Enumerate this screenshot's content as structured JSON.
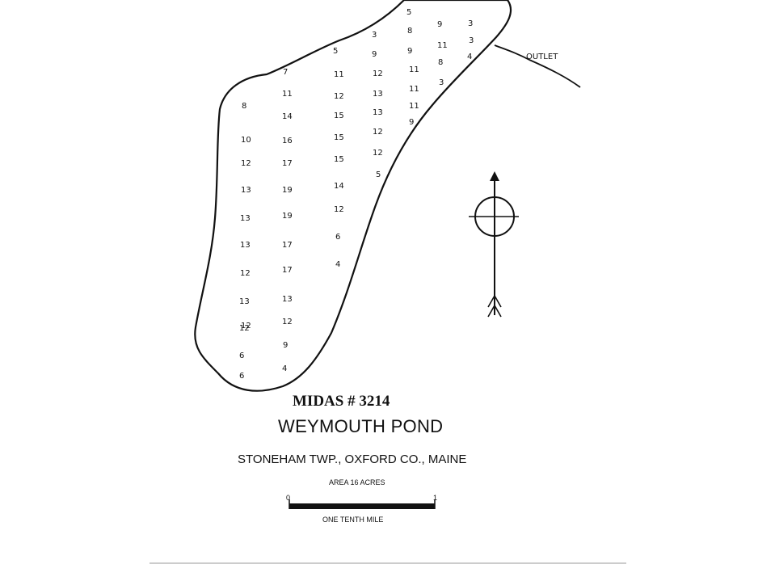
{
  "map": {
    "outlet_label": "OUTLET",
    "depth_soundings": [
      "5",
      "9",
      "3",
      "8",
      "9",
      "3",
      "11",
      "4",
      "8",
      "3",
      "3",
      "9",
      "5",
      "11",
      "11",
      "12",
      "12",
      "13",
      "11",
      "11",
      "7",
      "11",
      "12",
      "13",
      "9",
      "15",
      "15",
      "12",
      "12",
      "5",
      "8",
      "14",
      "16",
      "15",
      "10",
      "17",
      "12",
      "19",
      "14",
      "13",
      "19",
      "12",
      "13",
      "17",
      "13",
      "17",
      "6",
      "12",
      "4",
      "13",
      "13",
      "12",
      "12",
      "9",
      "6",
      "6",
      "4"
    ],
    "soundings_note": "depth values in order of placement on map"
  },
  "title_block": {
    "midas": "MIDAS # 3214",
    "pond_name": "WEYMOUTH POND",
    "location": "STONEHAM  TWP., OXFORD CO., MAINE",
    "area": "AREA 16 ACRES",
    "scale_start": "0",
    "scale_end": "1",
    "scale_caption": "ONE TENTH MILE"
  },
  "icons": {
    "north_arrow": "north-arrow-icon"
  }
}
